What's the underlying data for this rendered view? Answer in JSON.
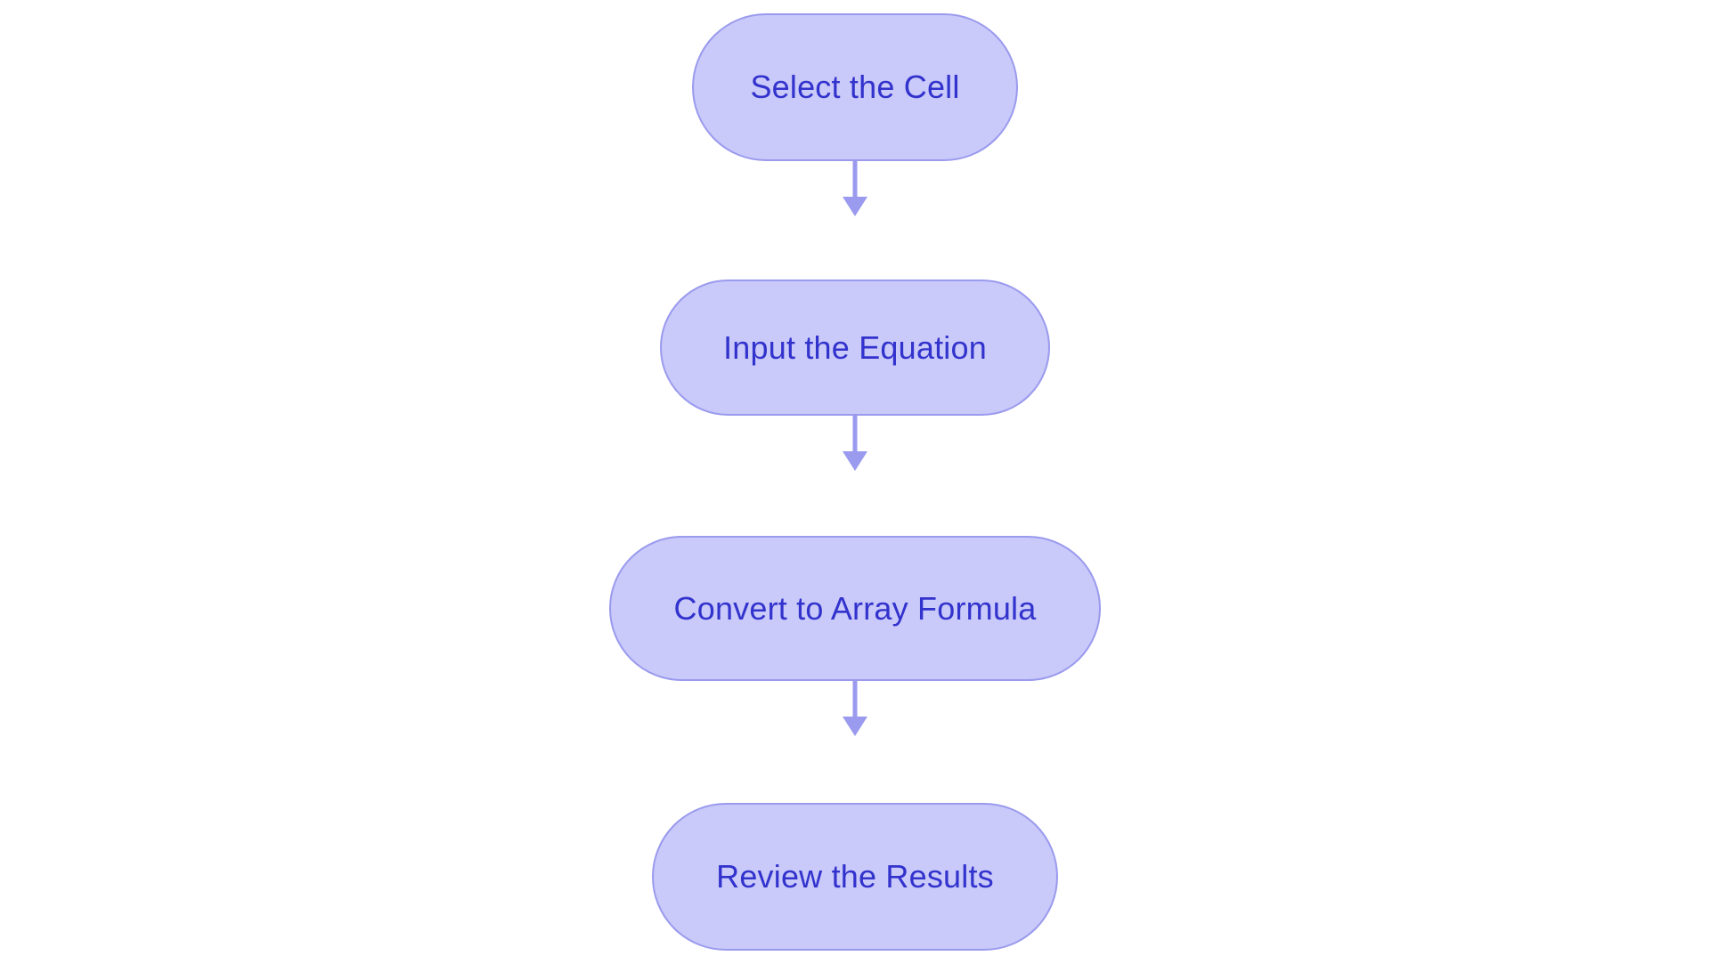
{
  "diagram": {
    "type": "flowchart",
    "orientation": "top-to-bottom",
    "background_color": "#ffffff",
    "node_fill_color": "#c9c9fa",
    "node_border_color": "#9a9aee",
    "node_text_color": "#3232cd",
    "connector_color": "#9a9aee",
    "nodes": [
      {
        "id": "select-the-cell",
        "label": "Select the Cell"
      },
      {
        "id": "input-the-equation",
        "label": "Input the Equation"
      },
      {
        "id": "convert-to-array",
        "label": "Convert to Array Formula"
      },
      {
        "id": "review-the-results",
        "label": "Review the Results"
      }
    ],
    "connectors": [
      {
        "id": "connector-1",
        "from": "select-the-cell",
        "to": "input-the-equation",
        "arrow": "arrow-down-icon"
      },
      {
        "id": "connector-2",
        "from": "input-the-equation",
        "to": "convert-to-array",
        "arrow": "arrow-down-icon"
      },
      {
        "id": "connector-3",
        "from": "convert-to-array",
        "to": "review-the-results",
        "arrow": "arrow-down-icon"
      }
    ]
  }
}
